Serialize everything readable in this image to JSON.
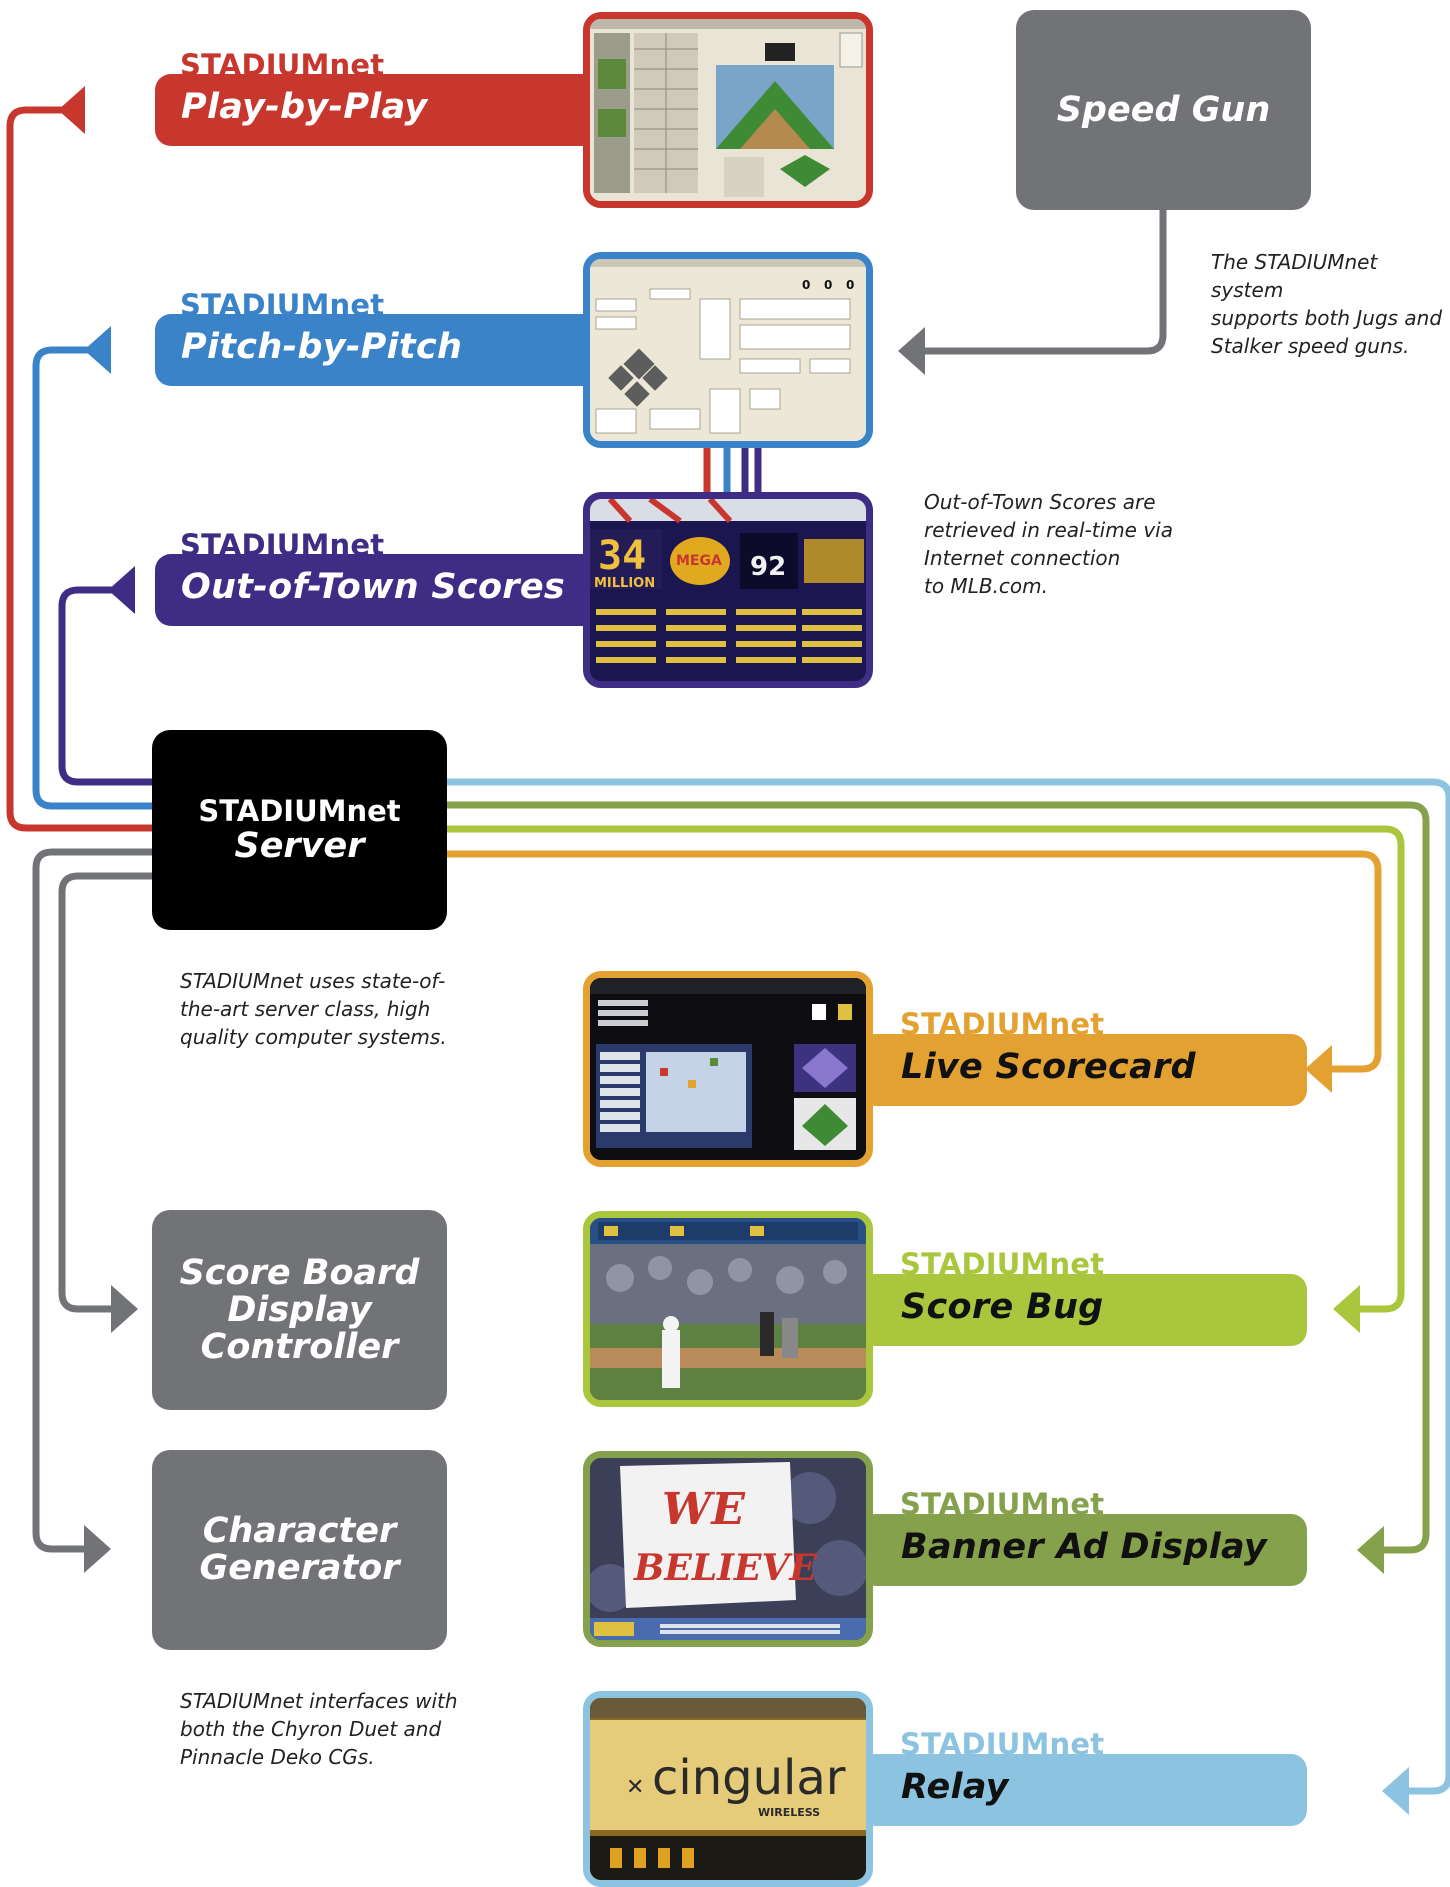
{
  "brand": "STADIUMnet",
  "outputs_left": [
    {
      "label": "Play-by-Play",
      "color": "#c8372d"
    },
    {
      "label": "Pitch-by-Pitch",
      "color": "#3a83c8"
    },
    {
      "label": "Out-of-Town Scores",
      "color": "#3f2c84"
    }
  ],
  "outputs_right": [
    {
      "label": "Live Scorecard",
      "color": "#e3a132"
    },
    {
      "label": "Score Bug",
      "color": "#aac63d"
    },
    {
      "label": "Banner Ad Display",
      "color": "#86a14b"
    },
    {
      "label": "Relay",
      "color": "#8cc3e0"
    }
  ],
  "speed_gun": {
    "label": "Speed Gun"
  },
  "server": {
    "line1": "STADIUMnet",
    "line2": "Server"
  },
  "score_board": {
    "lines": [
      "Score Board",
      "Display",
      "Controller"
    ]
  },
  "character_generator": {
    "lines": [
      "Character",
      "Generator"
    ]
  },
  "notes": {
    "speed_gun": [
      "The STADIUMnet system",
      "supports both Jugs and",
      "Stalker speed guns."
    ],
    "scores": [
      "Out-of-Town Scores are",
      "retrieved in real-time via",
      "Internet connection",
      "to MLB.com."
    ],
    "server": [
      "STADIUMnet uses state-of-",
      "the-art server class, high",
      "quality computer systems."
    ],
    "cg": [
      "STADIUMnet interfaces with",
      "both the Chyron Duet and",
      "Pinnacle Deko CGs."
    ]
  },
  "screens": {
    "scoreboard_left": "34",
    "scoreboard_million": "MILLION",
    "scoreboard_mega": "MEGA",
    "scoreboard_speed": "92",
    "banner_sign_1": "WE",
    "banner_sign_2": "BELIEVE",
    "relay_brand": "cingular",
    "relay_sub": "WIRELESS"
  }
}
